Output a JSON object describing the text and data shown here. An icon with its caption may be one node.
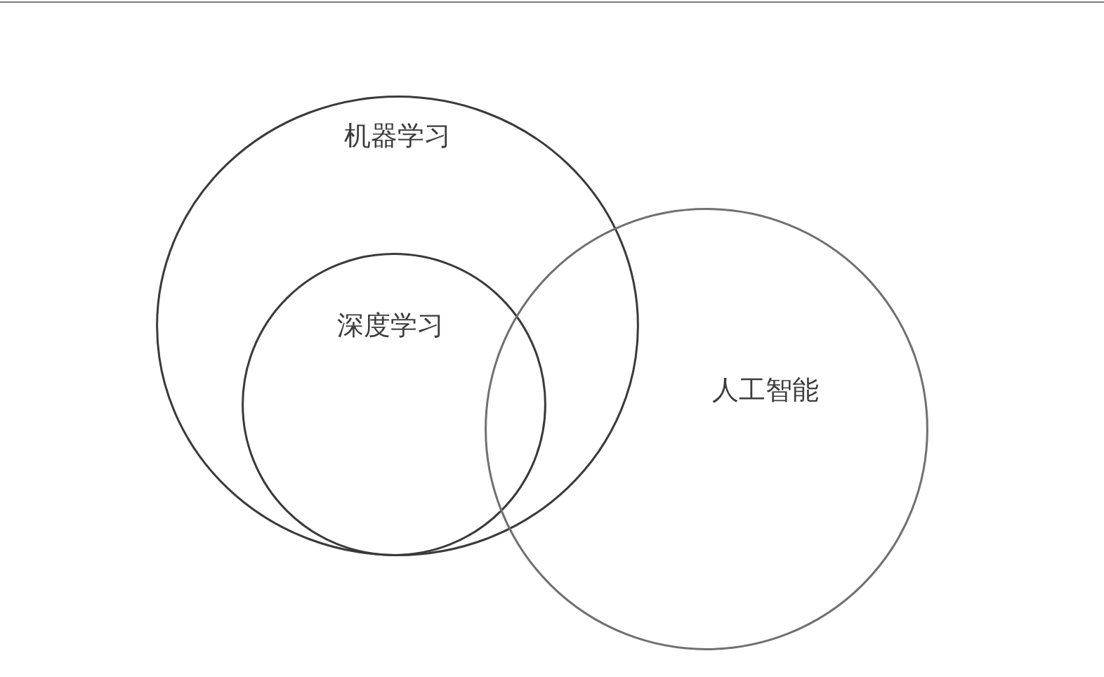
{
  "diagram": {
    "nodes": [
      {
        "text": [
          "机器学习"
        ]
      },
      {
        "text": [
          "深度学习"
        ],
        "in": 0
      },
      {
        "text": [
          "人工智能"
        ]
      }
    ]
  }
}
